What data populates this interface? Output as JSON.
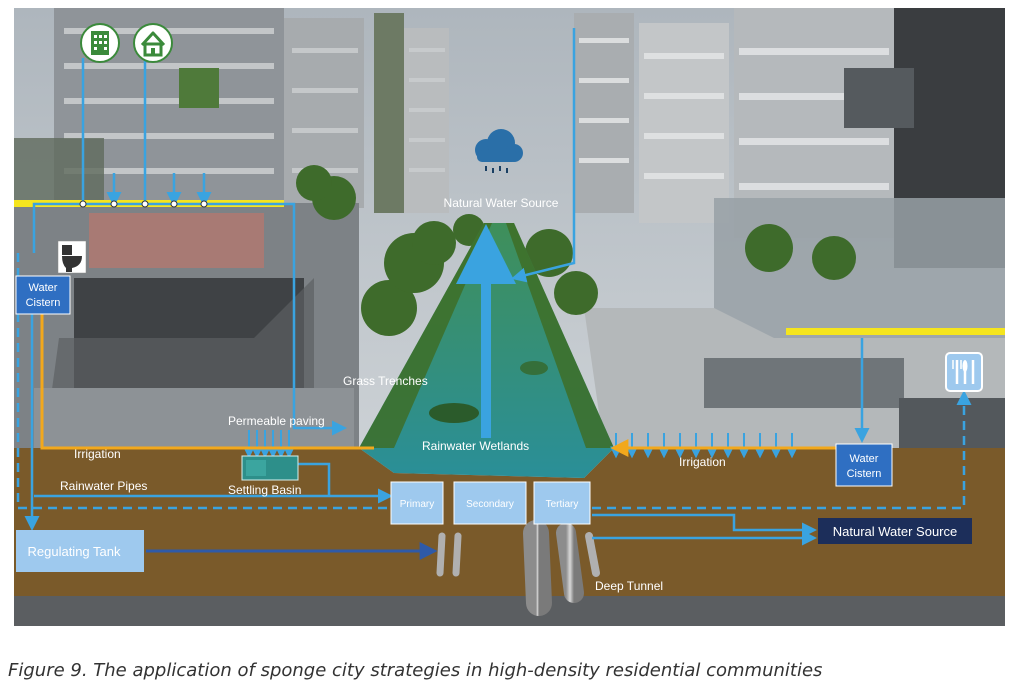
{
  "colors": {
    "pipe_blue": "#3aa3e0",
    "irrigation_yellow": "#f2a81c",
    "soil_brown": "#7a5a2a",
    "box_blue": "#2f6fc2",
    "box_light": "#9ec9ee",
    "wetland_teal": "#2d8f8a",
    "highlight_yellow": "#f5e51e",
    "dark_box": "#1c2e5a"
  },
  "icons": [
    "office-building-icon",
    "house-icon",
    "rain-cloud-icon",
    "toilet-icon",
    "restaurant-icon"
  ],
  "labels": {
    "natural_water_source_top": "Natural Water Source",
    "grass_trenches": "Grass Trenches",
    "permeable_paving": "Permeable paving",
    "rainwater_wetlands": "Rainwater Wetlands",
    "irrigation_left": "Irrigation",
    "irrigation_right": "Irrigation",
    "rainwater_pipes": "Rainwater Pipes",
    "settling_basin": "Settling Basin",
    "deep_tunnel": "Deep Tunnel"
  },
  "boxes": {
    "water_cistern_left": [
      "Water",
      "Cistern"
    ],
    "water_cistern_right": [
      "Water",
      "Cistern"
    ],
    "primary": "Primary",
    "secondary": "Secondary",
    "tertiary": "Tertiary",
    "regulating_tank": "Regulating Tank",
    "natural_water_source_bottom": "Natural Water Source"
  },
  "caption": "Figure 9. The application of sponge city strategies in high-density residential communities"
}
